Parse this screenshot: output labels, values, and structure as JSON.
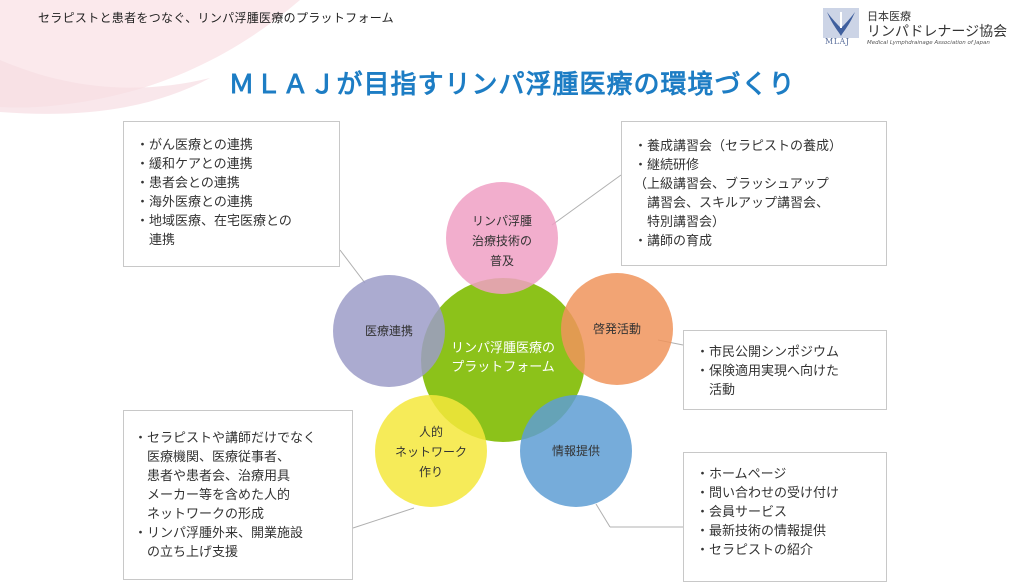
{
  "header": {
    "tagline": "セラピストと患者をつなぐ、リンパ浮腫医療のプラットフォーム",
    "logo": {
      "abbr": "MLAJ",
      "line1": "日本医療",
      "line2": "リンパドレナージ協会",
      "line3": "Medical Lymphdrainage Association of Japan"
    }
  },
  "title": "ＭＬＡＪが目指すリンパ浮腫医療の環境づくり",
  "colors": {
    "title": "#1d7dc4",
    "center": "#8cc21a",
    "top": "#f0a0c4",
    "left": "#9c9cc8",
    "right": "#f0945c",
    "bottom_left": "#f5e83c",
    "bottom_right": "#5e9ed4"
  },
  "center": {
    "line1": "リンパ浮腫医療の",
    "line2": "プラットフォーム"
  },
  "circles": {
    "top": {
      "lines": [
        "リンパ浮腫",
        "治療技術の",
        "普及"
      ]
    },
    "left": {
      "lines": [
        "医療連携"
      ]
    },
    "right": {
      "lines": [
        "啓発活動"
      ]
    },
    "bottom_left": {
      "lines": [
        "人的",
        "ネットワーク",
        "作り"
      ]
    },
    "bottom_right": {
      "lines": [
        "情報提供"
      ]
    }
  },
  "boxes": {
    "top_left": [
      "・がん医療との連携",
      "・緩和ケアとの連携",
      "・患者会との連携",
      "・海外医療との連携",
      "・地域医療、在宅医療との",
      "　連携"
    ],
    "top_right": [
      "・養成講習会（セラピストの養成）",
      "・継続研修",
      "（上級講習会、ブラッシュアップ",
      "　講習会、スキルアップ講習会、",
      "　特別講習会）",
      "・講師の育成"
    ],
    "middle_right": [
      "・市民公開シンポジウム",
      "・保険適用実現へ向けた",
      "　活動"
    ],
    "bottom_left": [
      "・セラピストや講師だけでなく",
      "　医療機関、医療従事者、",
      "　患者や患者会、治療用具",
      "　メーカー等を含めた人的",
      "　ネットワークの形成",
      "・リンパ浮腫外来、開業施設",
      "　の立ち上げ支援"
    ],
    "bottom_right": [
      "・ホームページ",
      "・問い合わせの受け付け",
      "・会員サービス",
      "・最新技術の情報提供",
      "・セラピストの紹介"
    ]
  }
}
